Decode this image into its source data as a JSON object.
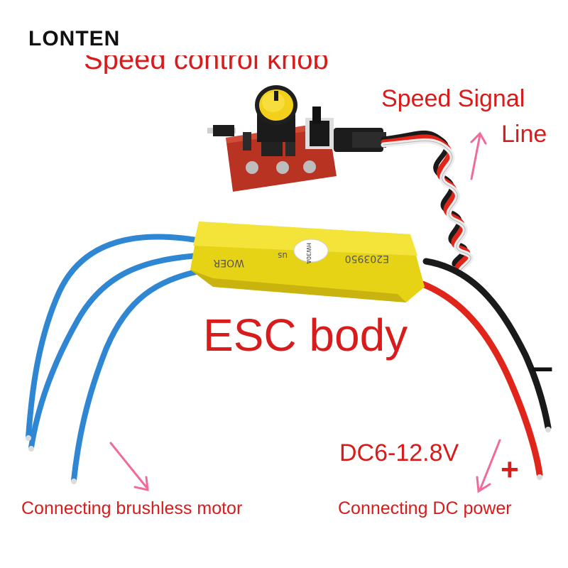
{
  "brand": "LONTEN",
  "labels": {
    "knob": "Speed control knob",
    "signal_line_1": "Speed Signal",
    "signal_line_2": "Line",
    "esc_body": "ESC body",
    "minus": "–",
    "plus": "+",
    "voltage": "DC6-12.8V",
    "motor": "Connecting brushless motor",
    "power": "Connecting DC power"
  },
  "product_print": {
    "model": "HW30A",
    "code": "E203950",
    "brand_text": "WOER"
  },
  "colors": {
    "label_red": "#d81b1b",
    "esc_yellow": "#f2e31b",
    "wire_blue": "#2f86d2",
    "wire_red": "#e0261b",
    "wire_black": "#1a1a1a",
    "pcb_red": "#b83322",
    "arrow_pink": "#f06b9c"
  }
}
